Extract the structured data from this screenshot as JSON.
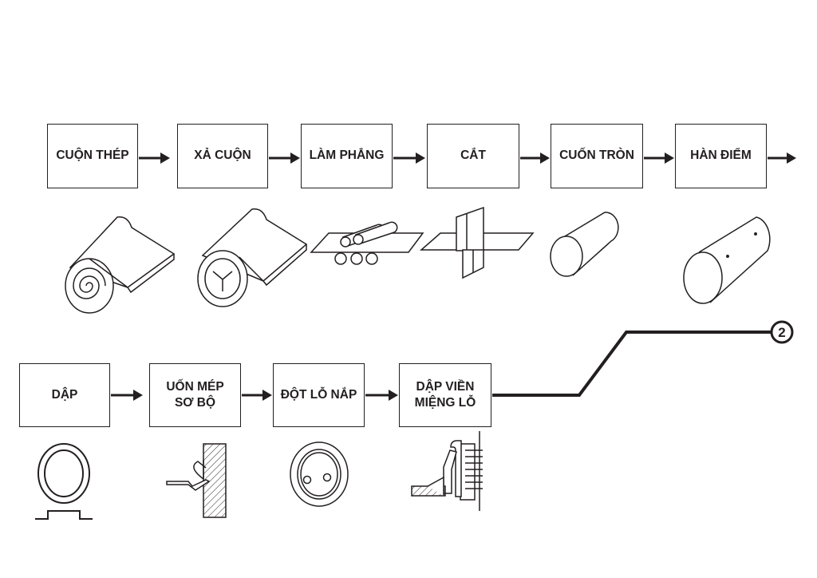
{
  "process": {
    "row1": [
      {
        "label": "CUỘN THÉP",
        "icon": "steel-coil"
      },
      {
        "label": "XẢ CUỘN",
        "icon": "uncoiler"
      },
      {
        "label": "LÀM PHẲNG",
        "icon": "flattening-rollers"
      },
      {
        "label": "CẮT",
        "icon": "shear-cutting"
      },
      {
        "label": "CUỐN TRÒN",
        "icon": "rolled-cylinder"
      },
      {
        "label": "HÀN ĐIỂM",
        "icon": "spot-welded-cylinder"
      }
    ],
    "row2": [
      {
        "label": "DẬP",
        "icon": "stamped-end"
      },
      {
        "label": "UỐN MÉP\nSƠ BỘ",
        "icon": "preliminary-flange-bending"
      },
      {
        "label": "ĐỘT LỖ NẮP",
        "icon": "punched-lid-holes"
      },
      {
        "label": "DẬP VIỀN\nMIỆNG LỖ",
        "icon": "hole-rim-stamping"
      }
    ],
    "continuation_label": "2"
  },
  "colors": {
    "line": "#231f20",
    "background": "#ffffff"
  }
}
